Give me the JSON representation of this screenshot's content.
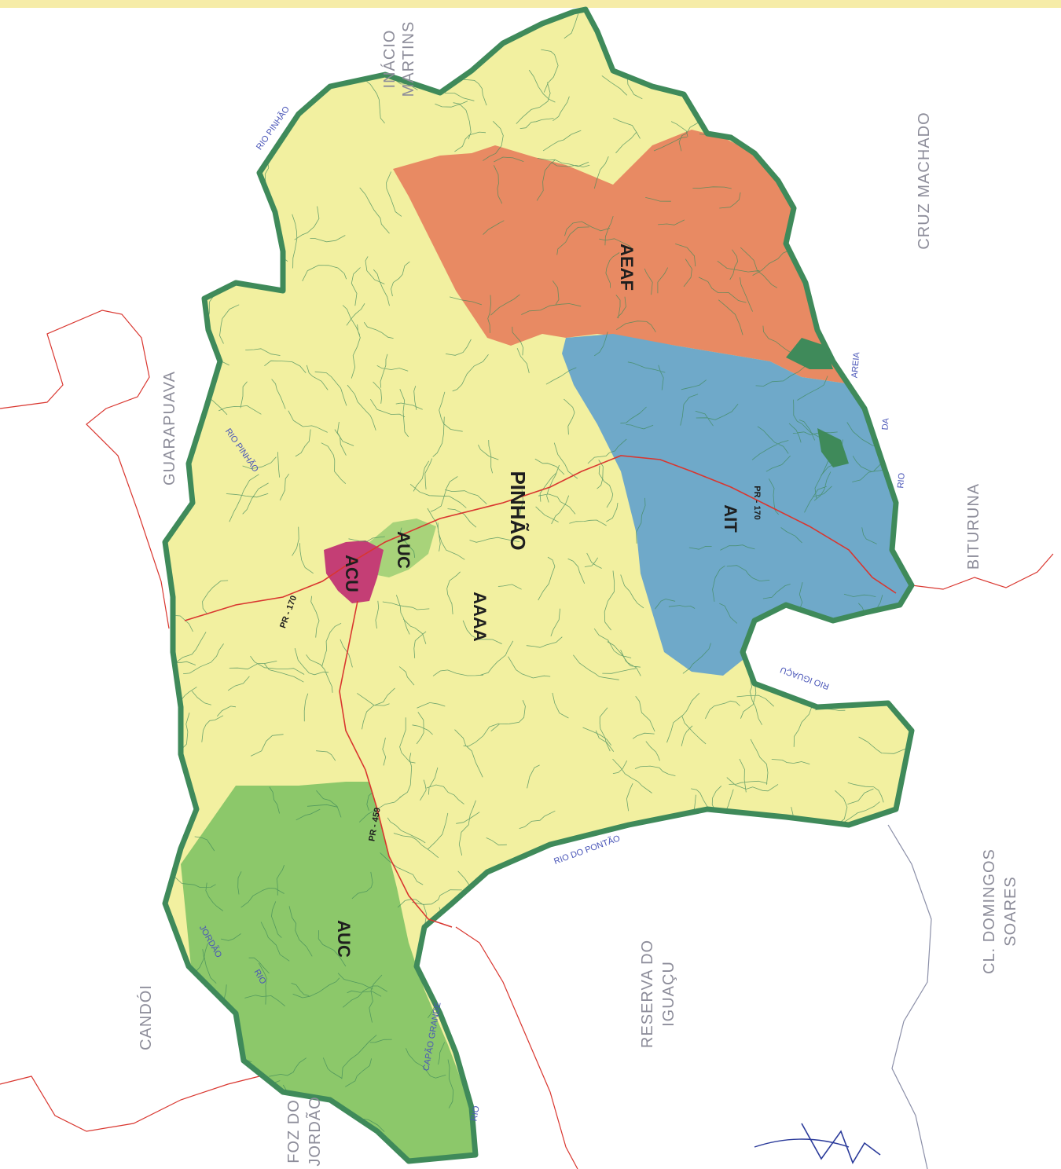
{
  "colors": {
    "background": "#ffffff",
    "municipality_fill": "#f2f0a0",
    "border_stroke": "#3f8a5a",
    "drainage": "#3f8a5a",
    "aeaf_fill": "#e88a63",
    "ait_fill": "#6fa9c9",
    "auc_fill": "#8cc86a",
    "acu_fill": "#c43e75",
    "road": "#d9362f",
    "neighbor_boundary": "#d9362f"
  },
  "municipality": {
    "name": "PINHÃO"
  },
  "zones": {
    "aaaa": "AAAA",
    "aeaf": "AEAF",
    "ait": "AIT",
    "auc_north": "AUC",
    "auc_south": "AUC",
    "acu": "ACU"
  },
  "roads": {
    "pr170_west": "PR - 170",
    "pr170_east": "PR - 170",
    "pr_south": "PR - 459"
  },
  "neighbors": {
    "inacio_line1": "INÁCIO",
    "inacio_line2": "MARTINS",
    "cruz_machado": "CRUZ MACHADO",
    "guarapuava": "GUARAPUAVA",
    "bituruna": "BITURUNA",
    "candoi": "CANDÓI",
    "reserva_line1": "RESERVA DO",
    "reserva_line2": "IGUAÇU",
    "cl_line1": "CL. DOMINGOS",
    "cl_line2": "SOARES",
    "foz_line1": "FOZ DO",
    "foz_line2": "JORDÃO"
  },
  "rivers": {
    "rio_pinhao_north": "RIO PINHÃO",
    "rio_pinhao_west": "RIO PINHÃO",
    "rio_iguacu": "RIO IGUAÇU",
    "rio_do_pontao": "RIO DO PONTÃO",
    "jordao_word": "JORDÃO",
    "jordao_rio": "RIO",
    "capao_grande": "CAPÃO GRANDE",
    "capao_rio": "RIO",
    "areia_word": "AREIA",
    "areia_da": "DA",
    "areia_rio": "RIO"
  }
}
